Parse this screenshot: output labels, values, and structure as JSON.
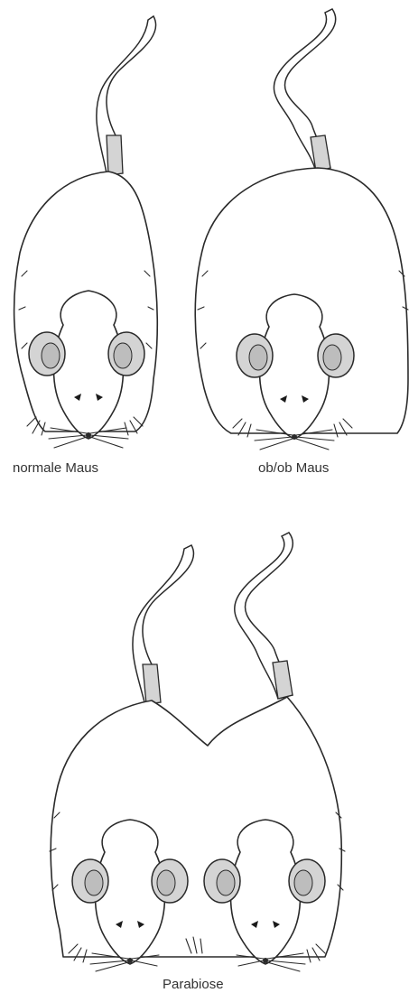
{
  "labels": {
    "normal": "normale Maus",
    "ob": "ob/ob Maus",
    "parabiosis": "Parabiose"
  },
  "colors": {
    "outline": "#2a2a2a",
    "ear_fill": "#d4d4d4",
    "background": "#ffffff"
  }
}
